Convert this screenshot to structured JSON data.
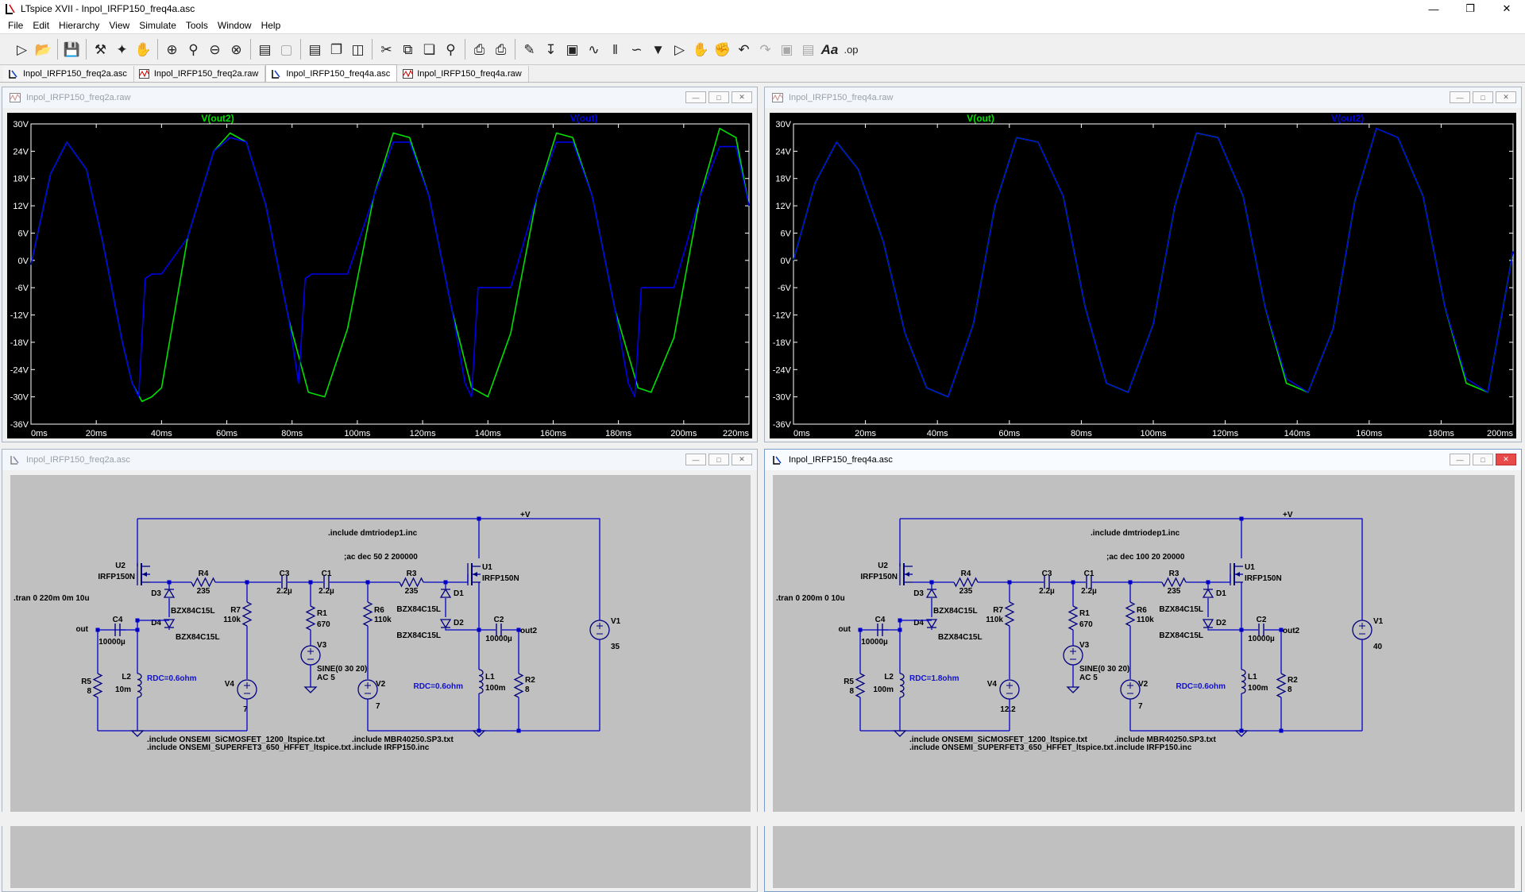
{
  "app": {
    "title": "LTspice XVII - Inpol_IRFP150_freq4a.asc"
  },
  "menu": [
    "File",
    "Edit",
    "Hierarchy",
    "View",
    "Simulate",
    "Tools",
    "Window",
    "Help"
  ],
  "tabs": [
    {
      "label": "Inpol_IRFP150_freq2a.asc",
      "kind": "schematic",
      "active": false
    },
    {
      "label": "Inpol_IRFP150_freq2a.raw",
      "kind": "waveform",
      "active": false
    },
    {
      "label": "Inpol_IRFP150_freq4a.asc",
      "kind": "schematic",
      "active": true
    },
    {
      "label": "Inpol_IRFP150_freq4a.raw",
      "kind": "waveform",
      "active": false
    }
  ],
  "waveforms": [
    {
      "window_title": "Inpol_IRFP150_freq2a.raw",
      "traces": [
        {
          "name": "V(out2)",
          "color": "#00e000"
        },
        {
          "name": "V(out)",
          "color": "#0000e6"
        }
      ],
      "y_ticks": [
        "30V",
        "24V",
        "18V",
        "12V",
        "6V",
        "0V",
        "-6V",
        "-12V",
        "-18V",
        "-24V",
        "-30V",
        "-36V"
      ],
      "x_ticks": [
        "0ms",
        "20ms",
        "40ms",
        "60ms",
        "80ms",
        "100ms",
        "120ms",
        "140ms",
        "160ms",
        "180ms",
        "200ms",
        "220ms"
      ]
    },
    {
      "window_title": "Inpol_IRFP150_freq4a.raw",
      "traces": [
        {
          "name": "V(out)",
          "color": "#00e000"
        },
        {
          "name": "V(out2)",
          "color": "#0000e6"
        }
      ],
      "y_ticks": [
        "30V",
        "24V",
        "18V",
        "12V",
        "6V",
        "0V",
        "-6V",
        "-12V",
        "-18V",
        "-24V",
        "-30V",
        "-36V"
      ],
      "x_ticks": [
        "0ms",
        "20ms",
        "40ms",
        "60ms",
        "80ms",
        "100ms",
        "120ms",
        "140ms",
        "160ms",
        "180ms",
        "200ms"
      ]
    }
  ],
  "chart_data": [
    {
      "type": "line",
      "title": "",
      "xlabel": "",
      "ylabel": "",
      "xlim": [
        0,
        220
      ],
      "ylim": [
        -36,
        30
      ],
      "grid": false,
      "series": [
        {
          "name": "V(out2)",
          "x": [
            0,
            6,
            11,
            17,
            22,
            28,
            31,
            34,
            37,
            40,
            48,
            56,
            61,
            66,
            72,
            79,
            85,
            90,
            97,
            105,
            111,
            116,
            122,
            129,
            135,
            140,
            147,
            155,
            161,
            166,
            172,
            179,
            186,
            190,
            197,
            205,
            211,
            216,
            220
          ],
          "y": [
            -1,
            19,
            26,
            20,
            4,
            -18,
            -27,
            -31,
            -30,
            -28,
            5,
            24,
            28,
            26,
            12,
            -13,
            -29,
            -30,
            -15,
            14,
            28,
            27,
            14,
            -11,
            -28,
            -30,
            -16,
            14,
            28,
            27,
            14,
            -11,
            -28,
            -29,
            -17,
            14,
            29,
            27,
            12
          ]
        },
        {
          "name": "V(out)",
          "x": [
            0,
            6,
            11,
            17,
            22,
            28,
            31,
            33,
            35,
            37,
            40,
            48,
            56,
            61,
            66,
            72,
            79,
            82,
            84,
            86,
            90,
            97,
            105,
            111,
            116,
            122,
            129,
            133,
            135,
            137,
            140,
            147,
            155,
            161,
            166,
            172,
            179,
            183,
            185,
            187,
            190,
            197,
            205,
            211,
            216,
            220
          ],
          "y": [
            -1,
            19,
            26,
            20,
            4,
            -18,
            -27,
            -30,
            -4,
            -3,
            -3,
            5,
            24,
            27,
            26,
            12,
            -13,
            -27,
            -4,
            -3,
            -3,
            -3,
            14,
            26,
            26,
            14,
            -11,
            -27,
            -30,
            -6,
            -6,
            -6,
            14,
            26,
            26,
            14,
            -11,
            -27,
            -30,
            -6,
            -6,
            -6,
            14,
            25,
            25,
            12
          ]
        }
      ]
    },
    {
      "type": "line",
      "title": "",
      "xlabel": "",
      "ylabel": "",
      "xlim": [
        0,
        200
      ],
      "ylim": [
        -36,
        30
      ],
      "grid": false,
      "series": [
        {
          "name": "V(out)",
          "x": [
            0,
            6,
            12,
            18,
            25,
            31,
            37,
            43,
            50,
            56,
            62,
            68,
            75,
            81,
            87,
            93,
            100,
            106,
            112,
            118,
            125,
            131,
            137,
            143,
            150,
            156,
            162,
            168,
            175,
            181,
            187,
            193,
            200
          ],
          "y": [
            0,
            17,
            26,
            20,
            4,
            -16,
            -28,
            -30,
            -14,
            12,
            27,
            26,
            14,
            -10,
            -27,
            -29,
            -14,
            12,
            28,
            27,
            14,
            -10,
            -27,
            -29,
            -15,
            13,
            29,
            27,
            14,
            -10,
            -27,
            -29,
            2
          ]
        },
        {
          "name": "V(out2)",
          "x": [
            0,
            6,
            12,
            18,
            25,
            31,
            37,
            43,
            50,
            56,
            62,
            68,
            75,
            81,
            87,
            93,
            100,
            106,
            112,
            118,
            125,
            131,
            137,
            143,
            150,
            156,
            162,
            168,
            175,
            181,
            187,
            193,
            200
          ],
          "y": [
            0,
            17,
            26,
            20,
            4,
            -16,
            -28,
            -30,
            -14,
            12,
            27,
            26,
            14,
            -10,
            -27,
            -29,
            -14,
            12,
            28,
            27,
            14,
            -10,
            -26,
            -29,
            -15,
            13,
            29,
            27,
            14,
            -10,
            -26,
            -29,
            2
          ]
        }
      ]
    }
  ],
  "schematics": [
    {
      "window_title": "Inpol_IRFP150_freq2a.asc",
      "labels": {
        "tran": ".tran 0 220m 0m 10u",
        "include_top": ".include dmtriodep1.inc",
        "ac": ";ac dec 50 2 200000",
        "vplus": "+V",
        "u2": "U2",
        "u2_part": "IRFP150N",
        "u1": "U1",
        "u1_part": "IRFP150N",
        "r4": "R4",
        "r4_val": "235",
        "c3": "C3",
        "c3_val": "2.2µ",
        "c1": "C1",
        "c1_val": "2.2µ",
        "r3": "R3",
        "r3_val": "235",
        "d3": "D3",
        "d4": "D4",
        "d1": "D1",
        "d2": "D2",
        "bzx_a": "BZX84C15L",
        "bzx_b": "BZX84C15L",
        "bzx_c": "BZX84C15L",
        "bzx_d": "BZX84C15L",
        "r7": "R7",
        "r7_val": "110k",
        "r1": "R1",
        "r1_val": "670",
        "r6": "R6",
        "r6_val": "110k",
        "c4": "C4",
        "c4_val": "10000µ",
        "c2": "C2",
        "c2_val": "10000µ",
        "out": "out",
        "out2": "out2",
        "v3": "V3",
        "v3_val1": "SINE(0 30 20)",
        "v3_val2": "AC 5",
        "r5": "R5",
        "r5_val": "8",
        "l2": "L2",
        "l2_val": "10m",
        "l2_rdc": "RDC=0.6ohm",
        "v4": "V4",
        "v4_val": "7",
        "v2": "V2",
        "v2_val": "7",
        "l1": "L1",
        "l1_val": "100m",
        "l1_rdc": "RDC=0.6ohm",
        "r2": "R2",
        "r2_val": "8",
        "v1": "V1",
        "v1_val": "35",
        "inc1": ".include ONSEMI_SiCMOSFET_1200_ltspice.txt",
        "inc2": ".include ONSEMI_SUPERFET3_650_HFFET_ltspice.txt",
        "inc3": ".include MBR40250.SP3.txt",
        "inc4": ".include IRFP150.inc"
      }
    },
    {
      "window_title": "Inpol_IRFP150_freq4a.asc",
      "labels": {
        "tran": ".tran 0 200m 0 10u",
        "include_top": ".include dmtriodep1.inc",
        "ac": ";ac dec 100 20 20000",
        "vplus": "+V",
        "u2": "U2",
        "u2_part": "IRFP150N",
        "u1": "U1",
        "u1_part": "IRFP150N",
        "r4": "R4",
        "r4_val": "235",
        "c3": "C3",
        "c3_val": "2.2µ",
        "c1": "C1",
        "c1_val": "2.2µ",
        "r3": "R3",
        "r3_val": "235",
        "d3": "D3",
        "d4": "D4",
        "d1": "D1",
        "d2": "D2",
        "bzx_a": "BZX84C15L",
        "bzx_b": "BZX84C15L",
        "bzx_c": "BZX84C15L",
        "bzx_d": "BZX84C15L",
        "r7": "R7",
        "r7_val": "110k",
        "r1": "R1",
        "r1_val": "670",
        "r6": "R6",
        "r6_val": "110k",
        "c4": "C4",
        "c4_val": "10000µ",
        "c2": "C2",
        "c2_val": "10000µ",
        "out": "out",
        "out2": "out2",
        "v3": "V3",
        "v3_val1": "SINE(0 30 20)",
        "v3_val2": "AC 5",
        "r5": "R5",
        "r5_val": "8",
        "l2": "L2",
        "l2_val": "100m",
        "l2_rdc": "RDC=1.8ohm",
        "v4": "V4",
        "v4_val": "12.2",
        "v2": "V2",
        "v2_val": "7",
        "l1": "L1",
        "l1_val": "100m",
        "l1_rdc": "RDC=0.6ohm",
        "r2": "R2",
        "r2_val": "8",
        "v1": "V1",
        "v1_val": "40",
        "inc1": ".include ONSEMI_SiCMOSFET_1200_ltspice.txt",
        "inc2": ".include ONSEMI_SUPERFET3_650_HFFET_ltspice.txt",
        "inc3": ".include MBR40250.SP3.txt",
        "inc4": ".include IRFP150.inc"
      }
    }
  ],
  "colors": {
    "wire": "#0000c8",
    "component": "#000080",
    "label_text": "#000000",
    "rdc_text": "#1010d0",
    "schematic_bg": "#c0c0c0",
    "plot_bg": "#000000",
    "axis_text": "#ffffff",
    "trace_green": "#00e000",
    "trace_blue": "#0000e6"
  }
}
